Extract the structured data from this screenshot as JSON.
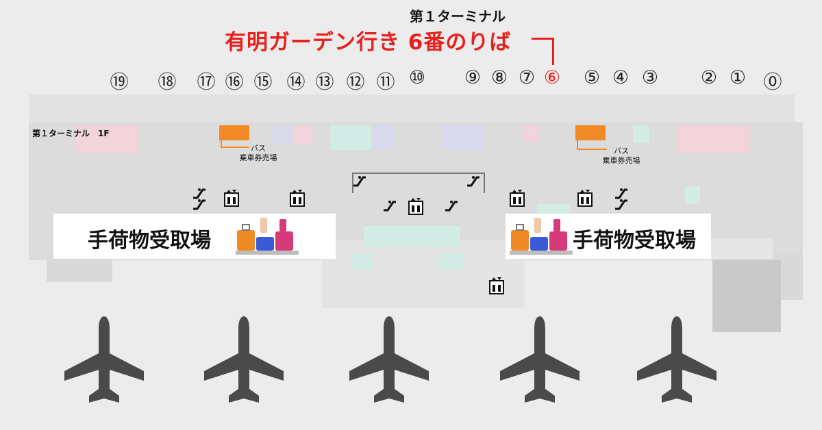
{
  "title": {
    "terminal": "第１ターミナル",
    "destination": "有明ガーデン行き 6番のりば"
  },
  "stops": [
    {
      "label": "⑲"
    },
    {
      "label": "⑱"
    },
    {
      "label": "⑰"
    },
    {
      "label": "⑯"
    },
    {
      "label": "⑮"
    },
    {
      "label": "⑭"
    },
    {
      "label": "⑬"
    },
    {
      "label": "⑫"
    },
    {
      "label": "⑪"
    },
    {
      "label": "⑩"
    },
    {
      "label": "⑨"
    },
    {
      "label": "⑧"
    },
    {
      "label": "⑦"
    },
    {
      "label": "⑥"
    },
    {
      "label": "⑤"
    },
    {
      "label": "④"
    },
    {
      "label": "③"
    },
    {
      "label": "②"
    },
    {
      "label": "①"
    },
    {
      "label": "⓪"
    }
  ],
  "highlight_stop": "⑥",
  "map": {
    "floor_label": "第１ターミナル　1F",
    "bus_ticket_left": {
      "line1": "バス",
      "line2": "乗車券売場"
    },
    "bus_ticket_right": {
      "line1": "バス",
      "line2": "乗車券売場"
    },
    "baggage_claim_left": "手荷物受取場",
    "baggage_claim_right": "手荷物受取場"
  },
  "colors": {
    "highlight": "#e8201d",
    "bus_counter": "#f28a28",
    "plane": "#4a4a4a"
  }
}
